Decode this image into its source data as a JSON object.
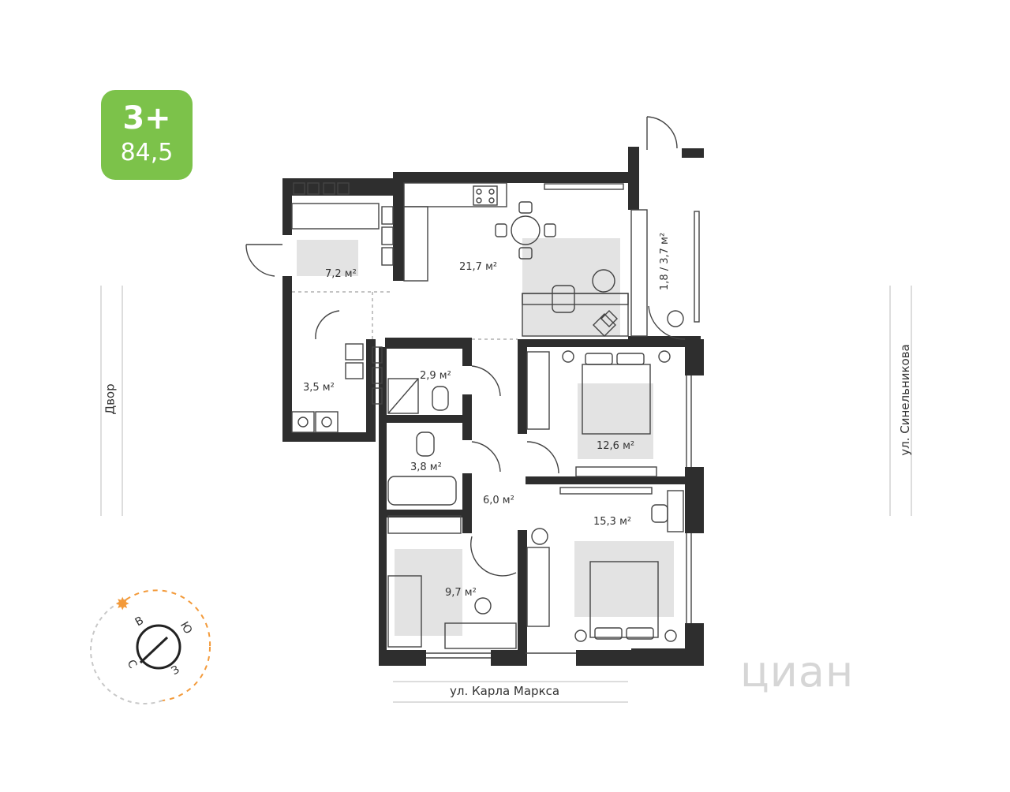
{
  "badge": {
    "rooms": "3+",
    "area": "84,5",
    "color": "#7cc24a"
  },
  "rooms": {
    "hall": "7,2 м²",
    "kitchen_living": "21,7 м²",
    "loggia": "1,8 / 3,7 м²",
    "storage": "3,5 м²",
    "wc": "2,9 м²",
    "bath": "3,8 м²",
    "corridor": "6,0 м²",
    "bedroom_1": "12,6 м²",
    "bedroom_2": "15,3 м²",
    "kids_room": "9,7 м²"
  },
  "streets": {
    "west": "Двор",
    "east": "ул. Синельникова",
    "south": "ул. Карла Маркса"
  },
  "compass": {
    "n": "С",
    "e": "В",
    "s": "Ю",
    "w": "З",
    "accent": "#f39a3a"
  },
  "watermark": "циан",
  "colors": {
    "wall": "#2e2e2e",
    "furniture_fill": "#e3e3e3"
  }
}
